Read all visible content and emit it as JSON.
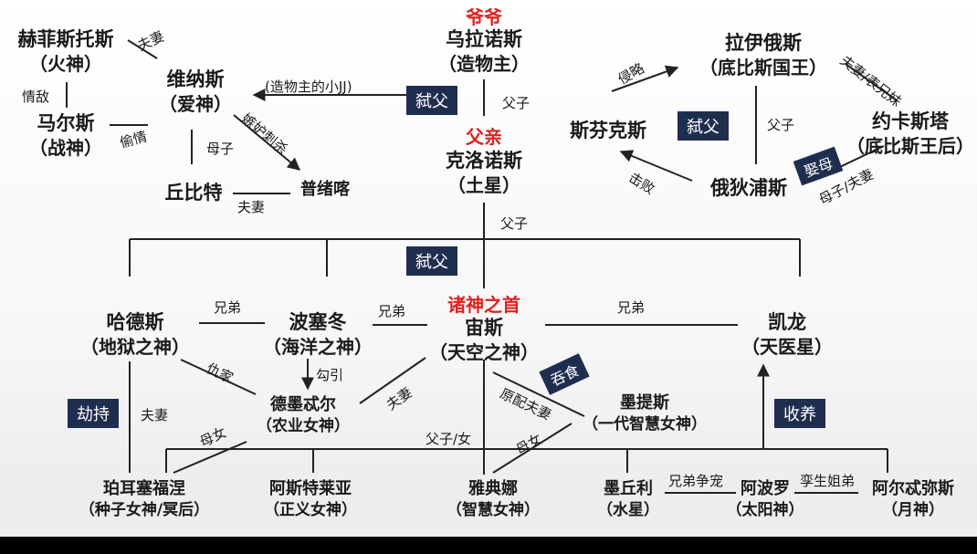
{
  "nodes": {
    "uranus": {
      "name": "乌拉诺斯",
      "title": "（造物主）"
    },
    "cronus": {
      "name": "克洛诺斯",
      "title": "（土星）"
    },
    "hephaestus": {
      "name": "赫菲斯托斯",
      "title": "（火神）"
    },
    "venus": {
      "name": "维纳斯",
      "title": "（爱神）"
    },
    "mars": {
      "name": "马尔斯",
      "title": "（战神）"
    },
    "cupid": {
      "name": "丘比特"
    },
    "psyche": {
      "name": "普绪喀"
    },
    "laius": {
      "name": "拉伊俄斯",
      "title": "（底比斯国王）"
    },
    "sphinx": {
      "name": "斯芬克斯"
    },
    "jocasta": {
      "name": "约卡斯塔",
      "title": "（底比斯王后）"
    },
    "oedipus": {
      "name": "俄狄浦斯"
    },
    "hades": {
      "name": "哈德斯",
      "title": "（地狱之神）"
    },
    "poseidon": {
      "name": "波塞冬",
      "title": "（海洋之神）"
    },
    "zeus": {
      "name": "宙斯",
      "title": "（天空之神）"
    },
    "chiron": {
      "name": "凯龙",
      "title": "（天医星）"
    },
    "demeter": {
      "name": "德墨忒尔",
      "title": "（农业女神）"
    },
    "metis": {
      "name": "墨提斯",
      "title": "（一代智慧女神）"
    },
    "persephone": {
      "name": "珀耳塞福涅",
      "title": "（种子女神/冥后）"
    },
    "astraea": {
      "name": "阿斯特莱亚",
      "title": "（正义女神）"
    },
    "athena": {
      "name": "雅典娜",
      "title": "（智慧女神）"
    },
    "mercury": {
      "name": "墨丘利",
      "title": "（水星）"
    },
    "apollo": {
      "name": "阿波罗",
      "title": "（太阳神）"
    },
    "artemis": {
      "name": "阿尔忒弥斯",
      "title": "（月神）"
    }
  },
  "highlights": {
    "grandfather": "爷爷",
    "father": "父亲",
    "king_of_gods": "诸神之首"
  },
  "relations": {
    "hephaestus_venus": "夫妻",
    "hephaestus_mars": "情敌",
    "mars_venus": "偷情",
    "creator_jj": "(造物主的小JJ)",
    "jealous_kill": "嫉妒刺杀",
    "venus_cupid": "母子",
    "cupid_psyche": "夫妻",
    "uranus_cronus": "父子",
    "cronus_children": "父子",
    "invade": "侵略",
    "laius_jocasta": "夫妻/表兄妹",
    "laius_oedipus": "父子",
    "defeat": "击败",
    "mother_son": "母子/夫妻",
    "hades_poseidon": "兄弟",
    "poseidon_zeus": "兄弟",
    "zeus_chiron": "兄弟",
    "enemy": "仇家",
    "seduce": "勾引",
    "zeus_demeter": "夫妻",
    "first_wife": "原配夫妻",
    "hades_persephone": "夫妻",
    "demeter_persephone": "母女",
    "zeus_athena": "父子/女",
    "metis_athena": "母女",
    "mercury_apollo": "兄弟争宠",
    "twins": "孪生姐弟"
  },
  "badges": {
    "patricide_uranus": "弑父",
    "patricide_cronus": "弑父",
    "patricide_laius": "弑父",
    "marry_mother": "娶母",
    "kidnap": "劫持",
    "swallow": "吞食",
    "adopt": "收养"
  }
}
